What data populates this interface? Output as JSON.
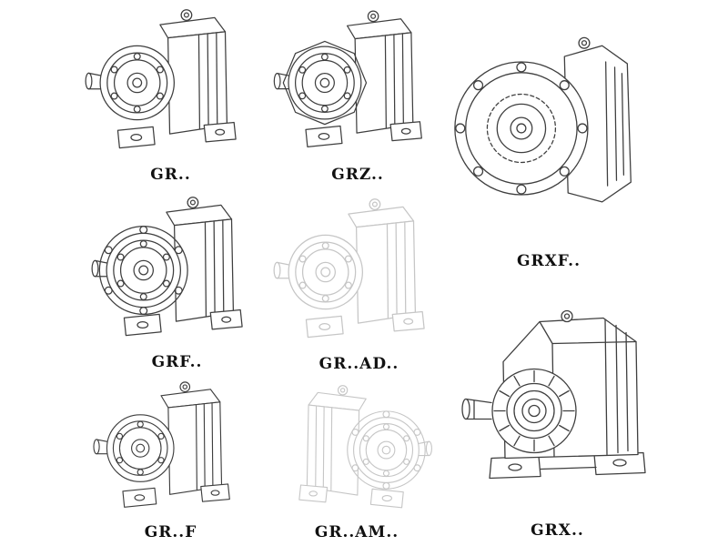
{
  "page": {
    "description": "Catalog sheet of eight isometric line drawings of helical gear reducer models",
    "colors": {
      "background": "#ffffff",
      "line": "#3f3f3f",
      "faded_line": "#c6c6c6",
      "label_text": "#111111"
    }
  },
  "models": [
    {
      "label": "GR..",
      "style": "solid"
    },
    {
      "label": "GRZ..",
      "style": "solid"
    },
    {
      "label": "GRXF..",
      "style": "solid"
    },
    {
      "label": "GRF..",
      "style": "solid"
    },
    {
      "label": "GR..AD..",
      "style": "faded"
    },
    {
      "label": "GR..F",
      "style": "solid"
    },
    {
      "label": "GR..AM..",
      "style": "faded"
    },
    {
      "label": "GRX..",
      "style": "solid"
    }
  ]
}
